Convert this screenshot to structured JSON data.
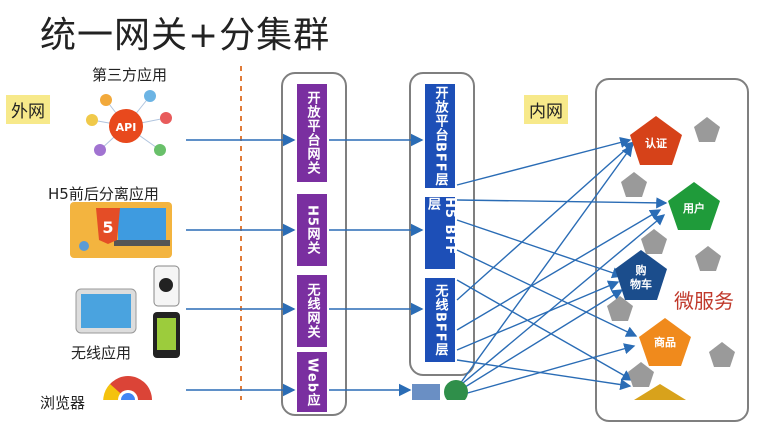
{
  "title": "统一网关+分集群",
  "zones": {
    "outer": "外网",
    "inner": "内网"
  },
  "clients": {
    "open": "第三方应用",
    "h5": "H5前后分离应用",
    "wireless": "无线应用",
    "browser": "浏览器"
  },
  "gateways": [
    "开放平台网关",
    "H5网关",
    "无线网关",
    "Web应"
  ],
  "bff": [
    "开放平台BFF层",
    "H5 BFF层",
    "无线BFF层"
  ],
  "services": [
    "认证",
    "用户",
    "购物车",
    "商品"
  ],
  "microservices_label": "微服务",
  "icon_text": {
    "api": "API",
    "html5": "5"
  },
  "colors": {
    "gateway": "#7a2fa0",
    "bff": "#1d4fb7",
    "arrow": "#2a6cb5",
    "divider": "#e07b39",
    "auth": "#d64219",
    "user": "#1f9b3a",
    "cart": "#1b4d8c",
    "goods": "#f08a1c",
    "gray": "#9a9a9a"
  }
}
